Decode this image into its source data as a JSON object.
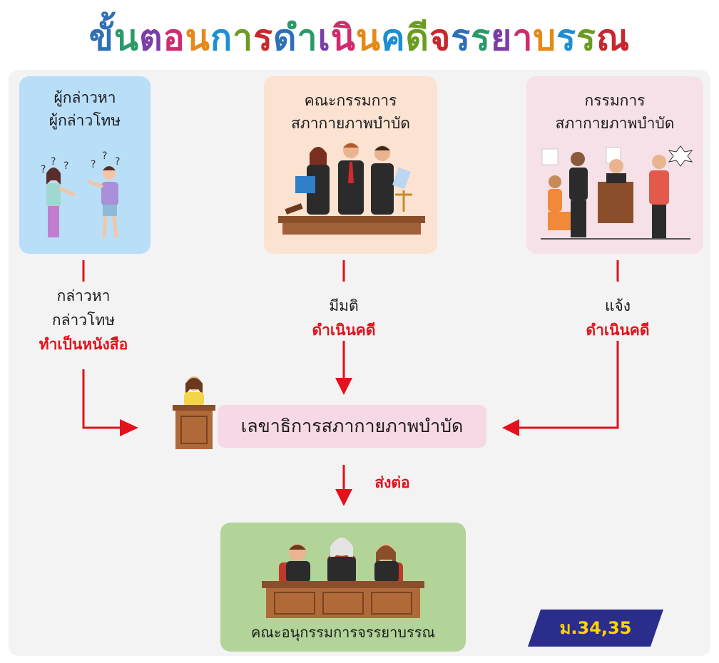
{
  "title": {
    "text": "ขั้นตอนการดำเนินคดีจรรยาบรรณ",
    "colors": [
      "#2f6fb8",
      "#2a9a6b",
      "#7b3ea8",
      "#d12b6e",
      "#e58a17",
      "#1d8fd2",
      "#6b9c22",
      "#c7282e"
    ]
  },
  "cards": {
    "accuser": {
      "line1": "ผู้กล่าวหา",
      "line2": "ผู้กล่าวโทษ"
    },
    "committee": {
      "line1": "คณะกรรมการ",
      "line2": "สภากายภาพบำบัด"
    },
    "member": {
      "line1": "กรรมการ",
      "line2": "สภากายภาพบำบัด"
    },
    "subcommittee": {
      "label": "คณะอนุกรรมการจรรยาบรรณ"
    }
  },
  "steps": {
    "left": {
      "line1": "กล่าวหา",
      "line2": "กล่าวโทษ",
      "line3": "ทำเป็นหนังสือ"
    },
    "middle": {
      "line1": "มีมติ",
      "line2": "ดำเนินคดี"
    },
    "right": {
      "line1": "แจ้ง",
      "line2": "ดำเนินคดี"
    },
    "forward": {
      "label": "ส่งต่อ"
    }
  },
  "secretary": {
    "label": "เลขาธิการสภากายภาพบำบัด"
  },
  "section_badge": {
    "label": "ม.34,35"
  },
  "colors": {
    "arrow": "#e3111b",
    "badge_bg": "#2b2d8c",
    "badge_text": "#ffd400",
    "panel": "#f3f3f3",
    "accuser_card": "#b9def8",
    "committee_card": "#fbe2d1",
    "member_card": "#f6e1e8",
    "secretary_box": "#f6d9e4",
    "subcommittee_card": "#b3d498"
  }
}
